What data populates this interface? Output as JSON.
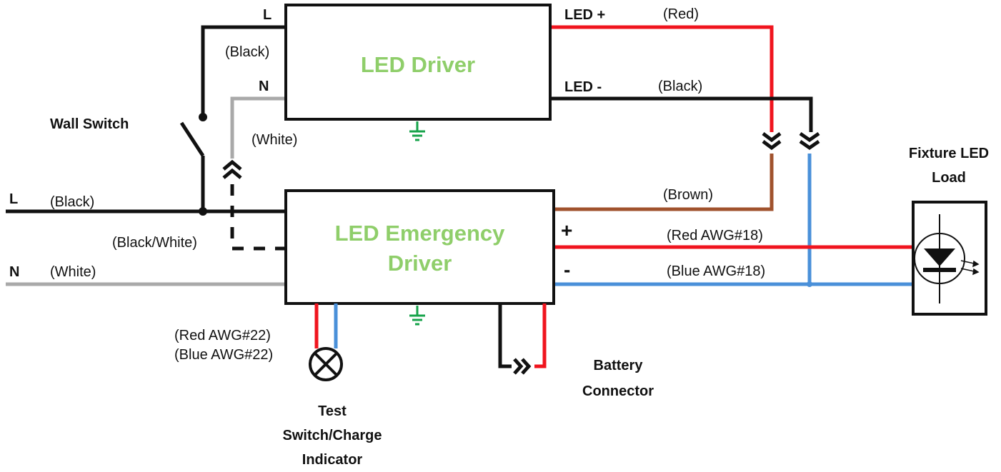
{
  "colors": {
    "black_wire": "#111111",
    "white_wire": "#a9a9a9",
    "red_wire": "#f0141e",
    "blue_wire": "#4a90d9",
    "brown_wire": "#a0522d",
    "ground": "#16a34a",
    "title_green": "#8fce6a"
  },
  "led_driver": {
    "title": "LED Driver",
    "terminal_l": "L",
    "terminal_n": "N",
    "out_pos": "LED +",
    "out_neg": "LED -",
    "l_wire": "(Black)",
    "n_wire": "(White)",
    "pos_wire": "(Red)",
    "neg_wire": "(Black)"
  },
  "emergency_driver": {
    "title_line1": "LED Emergency",
    "title_line2": "Driver",
    "in_l": "L",
    "in_l_wire": "(Black)",
    "in_n": "N",
    "in_n_wire": "(White)",
    "switched_wire": "(Black/White)",
    "brown_wire": "(Brown)",
    "plus": "+",
    "minus": "-",
    "red_out": "(Red AWG#18)",
    "blue_out": "(Blue AWG#18)",
    "red_test": "(Red AWG#22)",
    "blue_test": "(Blue AWG#22)"
  },
  "wall_switch": {
    "label": "Wall Switch"
  },
  "fixture": {
    "line1": "Fixture LED",
    "line2": "Load"
  },
  "test_switch": {
    "line1": "Test",
    "line2": "Switch/Charge",
    "line3": "Indicator"
  },
  "battery": {
    "line1": "Battery",
    "line2": "Connector"
  }
}
